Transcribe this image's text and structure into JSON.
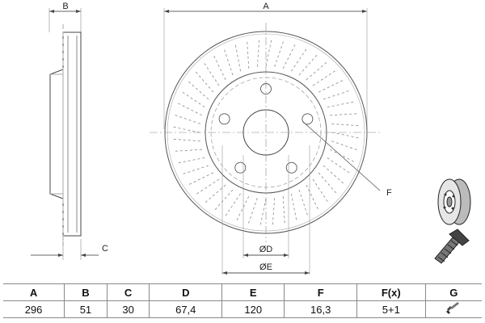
{
  "labels": {
    "width_letter": "B",
    "diameter_letter": "A",
    "offset_letter": "C",
    "hole_count_letter": "F",
    "center_bore": "ØD",
    "pitch_circle": "ØE"
  },
  "table": {
    "headers": [
      "A",
      "B",
      "C",
      "D",
      "E",
      "F",
      "F(x)",
      "G"
    ],
    "values": [
      "296",
      "51",
      "30",
      "67,4",
      "120",
      "16,3",
      "5+1",
      ""
    ]
  },
  "g_icon": "screw-icon",
  "colors": {
    "line": "#444444",
    "light": "#9a9a9a",
    "centerline": "#777777"
  }
}
